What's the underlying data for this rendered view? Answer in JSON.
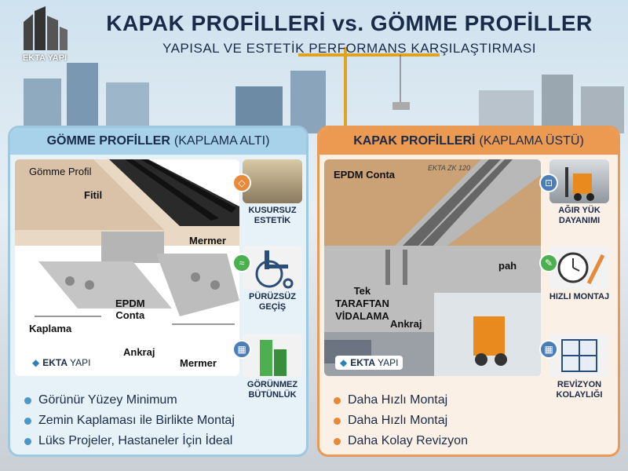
{
  "header": {
    "logo_text": "EKTA YAPI",
    "title": "KAPAK PROFİLLERİ vs. GÖMME PROFİLLER",
    "subtitle": "YAPISAL VE ESTETİK PERFORMANS KARŞILAŞTIRMASI"
  },
  "left": {
    "head_bold": "GÖMME PROFİLLER",
    "head_rest": "(KAPLAMA ALTI)",
    "labels": {
      "gomme_profil": "Gömme Profil",
      "fitil": "Fitil",
      "mermer_top": "Mermer",
      "epdm": "EPDM\nConta",
      "kaplama": "Kaplama",
      "ankraj": "Ankraj",
      "mermer_bottom": "Mermer"
    },
    "brand": {
      "bold": "EKTA",
      "rest": "YAPI"
    },
    "features": [
      {
        "caption": "KUSURSUZ ESTETİK",
        "icon": "diamond-icon"
      },
      {
        "caption": "PÜRÜZSÜZ GEÇİŞ",
        "icon": "wave-icon"
      },
      {
        "caption": "GÖRÜNMEZ BÜTÜNLÜK",
        "icon": "blueprint-icon"
      }
    ],
    "bullets": [
      "Görünür Yüzey Minimum",
      "Zemin Kaplaması ile Birlikte Montaj",
      "Lüks Projeler, Hastaneler İçin İdeal"
    ]
  },
  "right": {
    "head_bold": "KAPAK PROFİLLERİ",
    "head_rest": "(KAPLAMA ÜSTÜ)",
    "labels": {
      "epdm": "EPDM Conta",
      "engraving": "EKTA ZK 120",
      "pah": "pah",
      "tek": "Tek\nTARAFTAN\nVİDALAMA",
      "ankraj": "Ankraj"
    },
    "brand": {
      "bold": "EKTA",
      "rest": "YAPI"
    },
    "features": [
      {
        "caption": "AĞIR YÜK DAYANIMI",
        "icon": "weight-icon"
      },
      {
        "caption": "HIZLI MONTAJ",
        "icon": "tools-icon"
      },
      {
        "caption": "REVİZYON KOLAYLIĞI",
        "icon": "blueprint-icon"
      }
    ],
    "bullets": [
      "Daha Hızlı Montaj",
      "Daha Hızlı Montaj",
      "Daha Kolay Revizyon"
    ]
  },
  "colors": {
    "navy": "#1a2b49",
    "left_accent": "#a7d2ea",
    "right_accent": "#ec9a52"
  }
}
